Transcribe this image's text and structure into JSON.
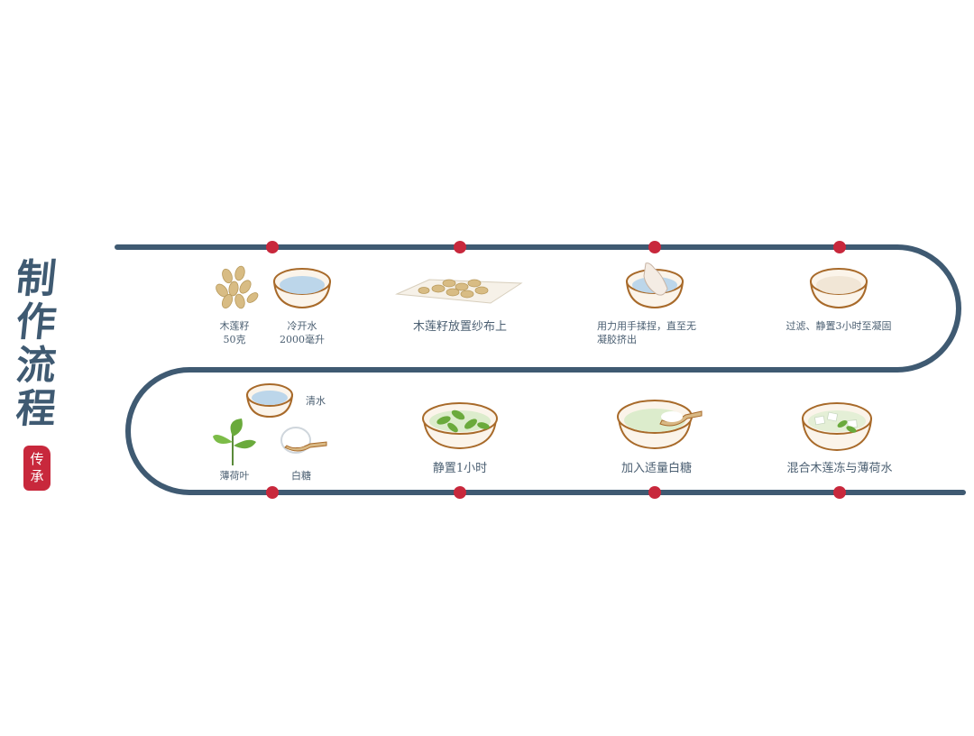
{
  "title": {
    "chars": [
      "制",
      "作",
      "流",
      "程"
    ]
  },
  "seal": {
    "chars": [
      "传",
      "承"
    ]
  },
  "colors": {
    "track": "#3f5a72",
    "dot": "#c8283c",
    "bowl_rim": "#a86a2a",
    "bowl_fill": "#fbf4ea",
    "water": "#bcd6ea",
    "leaf": "#6aaa3c",
    "seed": "#d8bc84"
  },
  "row1": {
    "ingredients": [
      {
        "name": "木莲籽",
        "amount": "50克",
        "icon": "seeds-icon"
      },
      {
        "name": "冷开水",
        "amount": "2000毫升",
        "icon": "water-bowl-icon"
      }
    ],
    "steps": [
      {
        "text": "木莲籽放置纱布上",
        "icon": "seeds-on-gauze-icon"
      },
      {
        "text_line1": "用力用手揉捏，直至无",
        "text_line2": "凝胶挤出",
        "icon": "squeeze-bowl-icon"
      },
      {
        "text": "过滤、静置3小时至凝固",
        "icon": "set-jelly-bowl-icon"
      }
    ]
  },
  "row2": {
    "ingredients": [
      {
        "name": "清水",
        "icon": "clear-water-bowl-icon"
      },
      {
        "name": "薄荷叶",
        "icon": "mint-leaf-icon"
      },
      {
        "name": "白糖",
        "icon": "sugar-spoon-icon"
      }
    ],
    "steps": [
      {
        "text": "静置1小时",
        "icon": "mint-water-bowl-icon"
      },
      {
        "text": "加入适量白糖",
        "icon": "add-sugar-bowl-icon"
      },
      {
        "text": "混合木莲冻与薄荷水",
        "icon": "mixed-jelly-bowl-icon"
      }
    ]
  }
}
